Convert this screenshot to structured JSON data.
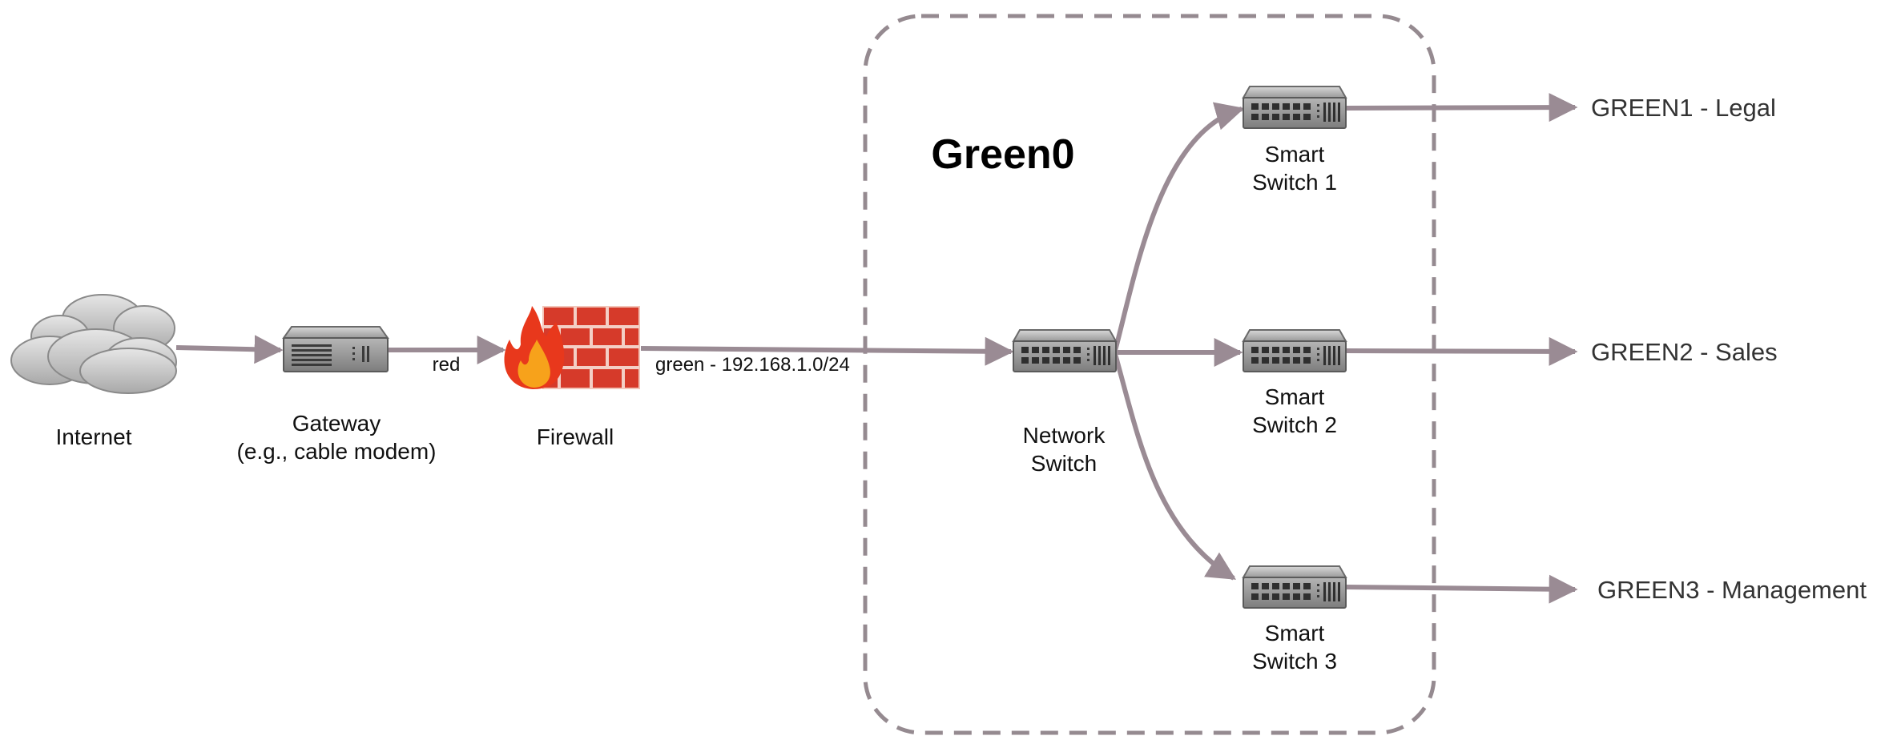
{
  "group": {
    "title": "Green0"
  },
  "nodes": {
    "internet": {
      "label": "Internet",
      "icon": "cloud-icon"
    },
    "gateway": {
      "label_line1": "Gateway",
      "label_line2": "(e.g., cable modem)",
      "icon": "gateway-icon"
    },
    "firewall": {
      "label": "Firewall",
      "icon": "firewall-icon"
    },
    "network_switch": {
      "label_line1": "Network",
      "label_line2": "Switch",
      "icon": "switch-icon"
    },
    "smart_switch_1": {
      "label_line1": "Smart",
      "label_line2": "Switch 1",
      "icon": "switch-icon"
    },
    "smart_switch_2": {
      "label_line1": "Smart",
      "label_line2": "Switch 2",
      "icon": "switch-icon"
    },
    "smart_switch_3": {
      "label_line1": "Smart",
      "label_line2": "Switch 3",
      "icon": "switch-icon"
    }
  },
  "edges": {
    "red": "red",
    "green": "green - 192.168.1.0/24"
  },
  "destinations": {
    "green1": "GREEN1 - Legal",
    "green2": "GREEN2 - Sales",
    "green3": "GREEN3 - Management"
  },
  "colors": {
    "edge": "#9a8b94",
    "group_border": "#958a90",
    "brick": "#d63a2a",
    "flame_outer": "#e8381c",
    "flame_inner": "#f7a21b",
    "device_body": "#9c9c9c"
  }
}
